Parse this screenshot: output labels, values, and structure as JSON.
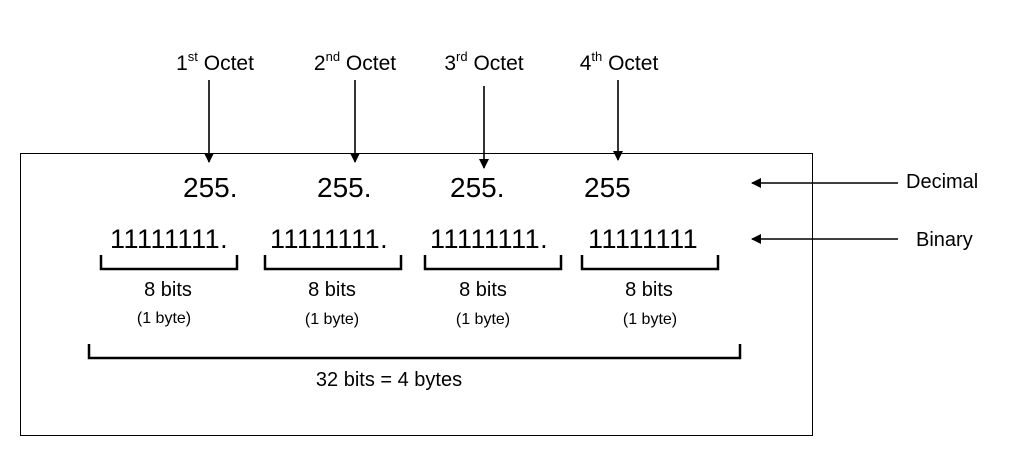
{
  "octets": [
    {
      "num": "1",
      "sup": "st",
      "word": "Octet"
    },
    {
      "num": "2",
      "sup": "nd",
      "word": "Octet"
    },
    {
      "num": "3",
      "sup": "rd",
      "word": "Octet"
    },
    {
      "num": "4",
      "sup": "th",
      "word": "Octet"
    }
  ],
  "decimal": [
    "255.",
    "255.",
    "255.",
    "255"
  ],
  "binary": [
    "11111111.",
    "11111111.",
    "11111111.",
    "11111111"
  ],
  "bits": [
    "8 bits",
    "8 bits",
    "8 bits",
    "8 bits"
  ],
  "bytes": [
    "(1 byte)",
    "(1 byte)",
    "(1 byte)",
    "(1 byte)"
  ],
  "total": "32 bits = 4 bytes",
  "labels": {
    "decimal": "Decimal",
    "binary": "Binary"
  }
}
